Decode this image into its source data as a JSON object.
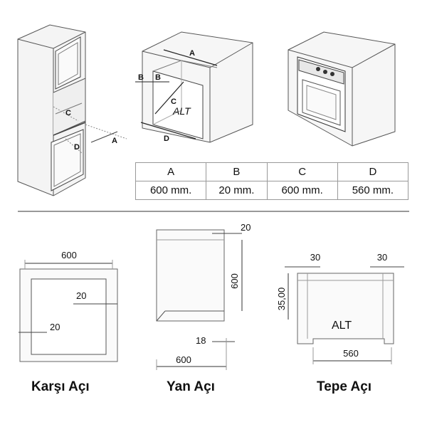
{
  "labels": {
    "A": "A",
    "B": "B",
    "C": "C",
    "D": "D",
    "alt": "ALT"
  },
  "table": {
    "headers": [
      "A",
      "B",
      "C",
      "D"
    ],
    "values": [
      "600 mm.",
      "20 mm.",
      "600 mm.",
      "560 mm."
    ]
  },
  "front": {
    "width": "600",
    "inset_top": "20",
    "inset_left": "20",
    "caption": "Karşı Açı"
  },
  "side": {
    "top_dim": "20",
    "height_dim": "600",
    "bottom_dim": "18",
    "depth_dim": "600",
    "caption": "Yan Açı"
  },
  "top_view": {
    "left_dim": "30",
    "right_dim": "30",
    "height_dim": "35,00",
    "width_dim": "560",
    "caption": "Tepe Açı"
  }
}
